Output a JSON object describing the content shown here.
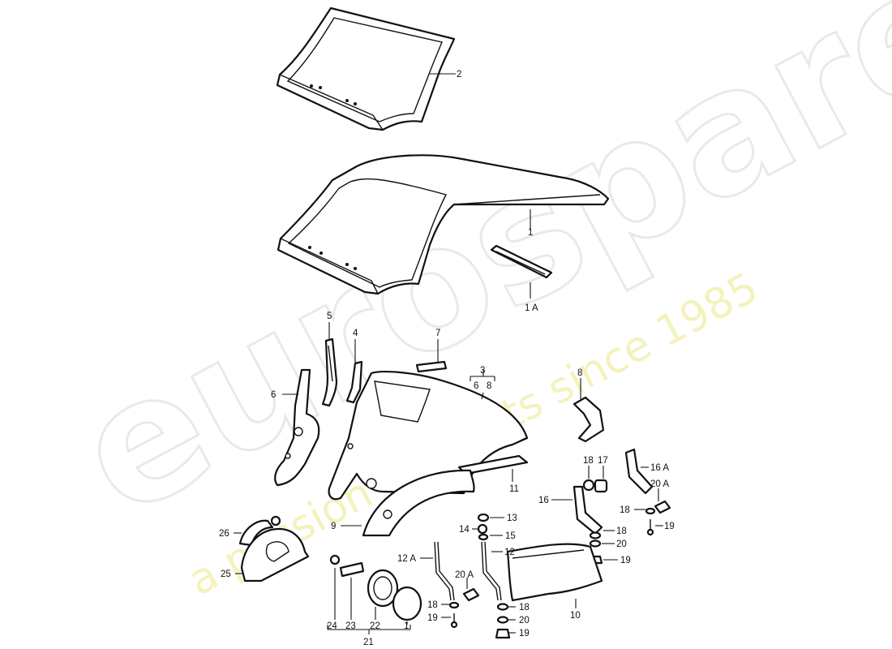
{
  "watermark": {
    "brand": "eurospares",
    "tagline": "a passion for parts since 1985"
  },
  "callouts": [
    {
      "id": "c2",
      "label": "2"
    },
    {
      "id": "c1",
      "label": "1"
    },
    {
      "id": "c1a",
      "label": "1 A"
    },
    {
      "id": "c5",
      "label": "5"
    },
    {
      "id": "c4",
      "label": "4"
    },
    {
      "id": "c7",
      "label": "7"
    },
    {
      "id": "c3",
      "label": "3"
    },
    {
      "id": "c6b",
      "label": "6"
    },
    {
      "id": "c8b",
      "label": "8"
    },
    {
      "id": "c6",
      "label": "6"
    },
    {
      "id": "c8",
      "label": "8"
    },
    {
      "id": "c18a",
      "label": "18"
    },
    {
      "id": "c17",
      "label": "17"
    },
    {
      "id": "c16a",
      "label": "16 A"
    },
    {
      "id": "c20a1",
      "label": "20 A"
    },
    {
      "id": "c16",
      "label": "16"
    },
    {
      "id": "c18b",
      "label": "18"
    },
    {
      "id": "c19a",
      "label": "19"
    },
    {
      "id": "c11",
      "label": "11"
    },
    {
      "id": "c9",
      "label": "9"
    },
    {
      "id": "c13",
      "label": "13"
    },
    {
      "id": "c14",
      "label": "14"
    },
    {
      "id": "c15",
      "label": "15"
    },
    {
      "id": "c18c",
      "label": "18"
    },
    {
      "id": "c20b",
      "label": "20"
    },
    {
      "id": "c19b",
      "label": "19"
    },
    {
      "id": "c26",
      "label": "26"
    },
    {
      "id": "c25",
      "label": "25"
    },
    {
      "id": "c12a",
      "label": "12 A"
    },
    {
      "id": "c12",
      "label": "12"
    },
    {
      "id": "c20a2",
      "label": "20 A"
    },
    {
      "id": "c18d",
      "label": "18"
    },
    {
      "id": "c19c",
      "label": "19"
    },
    {
      "id": "c18e",
      "label": "18"
    },
    {
      "id": "c20c",
      "label": "20"
    },
    {
      "id": "c19d",
      "label": "19"
    },
    {
      "id": "c10",
      "label": "10"
    },
    {
      "id": "c24",
      "label": "24"
    },
    {
      "id": "c23",
      "label": "23"
    },
    {
      "id": "c22",
      "label": "22"
    },
    {
      "id": "c1b",
      "label": "1"
    },
    {
      "id": "c21",
      "label": "21"
    }
  ]
}
